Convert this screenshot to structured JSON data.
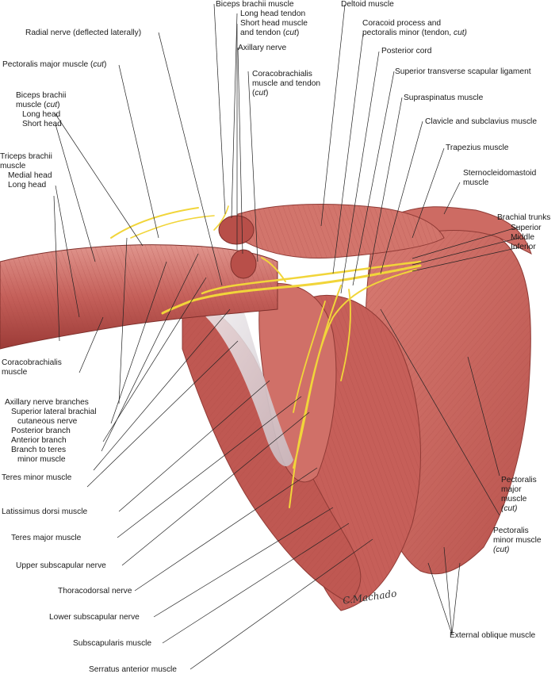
{
  "labels": {
    "radial_nerve": "Radial nerve (deflected laterally)",
    "biceps_brachii_muscle": "Biceps brachii muscle",
    "long_head_tendon": "Long head tendon",
    "short_head_muscle_tendon_1": "Short head muscle",
    "short_head_muscle_tendon_2": "and tendon",
    "axillary_nerve": "Axillary nerve",
    "deltoid_muscle": "Deltoid muscle",
    "coracoid_process_1": "Coracoid process and",
    "coracoid_process_2": "pectoralis minor (tendon,",
    "posterior_cord": "Posterior cord",
    "superior_transverse_scapular_ligament": "Superior transverse  scapular ligament",
    "supraspinatus_muscle": "Supraspinatus muscle",
    "clavicle_subclavius": "Clavicle and subclavius muscle",
    "trapezius_muscle": "Trapezius muscle",
    "sternocleidomastoid_1": "Sternocleidomastoid",
    "sternocleidomastoid_2": "muscle",
    "brachial_trunks": "Brachial trunks",
    "trunk_superior": "Superior",
    "trunk_middle": "Middle",
    "trunk_inferior": "Inferior",
    "pectoralis_major_cut": "Pectoralis major muscle",
    "coracobrachialis_tendon_1": "Coracobrachialis",
    "coracobrachialis_tendon_2": "muscle and tendon",
    "biceps_cut_1": "Biceps brachii",
    "biceps_cut_2": "muscle",
    "biceps_long_head": "Long head",
    "biceps_short_head": "Short head",
    "triceps_1": "Triceps brachii",
    "triceps_2": "muscle",
    "triceps_medial_head": "Medial head",
    "triceps_long_head": "Long head",
    "coracobrachialis_1": "Coracobrachialis",
    "coracobrachialis_2": "muscle",
    "axillary_nerve_branches": "Axillary nerve branches",
    "superior_lateral_brachial_1": "Superior lateral brachial",
    "superior_lateral_brachial_2": "cutaneous nerve",
    "posterior_branch": "Posterior branch",
    "anterior_branch": "Anterior branch",
    "branch_teres_1": "Branch to teres",
    "branch_teres_2": "minor muscle",
    "teres_minor": "Teres minor muscle",
    "latissimus_dorsi": "Latissimus dorsi muscle",
    "teres_major": "Teres major muscle",
    "upper_subscapular": "Upper subscapular nerve",
    "thoracodorsal": "Thoracodorsal nerve",
    "lower_subscapular": "Lower subscapular nerve",
    "subscapularis": "Subscapularis muscle",
    "serratus_anterior": "Serratus anterior muscle",
    "pectoralis_major_right_1": "Pectoralis",
    "pectoralis_major_right_2": "major",
    "pectoralis_major_right_3": "muscle",
    "pectoralis_minor_right_1": "Pectoralis",
    "pectoralis_minor_right_2": "minor muscle",
    "external_oblique": "External oblique muscle",
    "cut": "cut",
    "cut_paren": "(cut)",
    "cut_close": "cut)",
    "signature": "C.Machado"
  },
  "colors": {
    "muscle": "#c8675f",
    "muscle_dark": "#9e3f3a",
    "muscle_light": "#e3a39a",
    "tendon": "#e8e4e6",
    "nerve": "#f1d53a",
    "leader": "#222222"
  }
}
